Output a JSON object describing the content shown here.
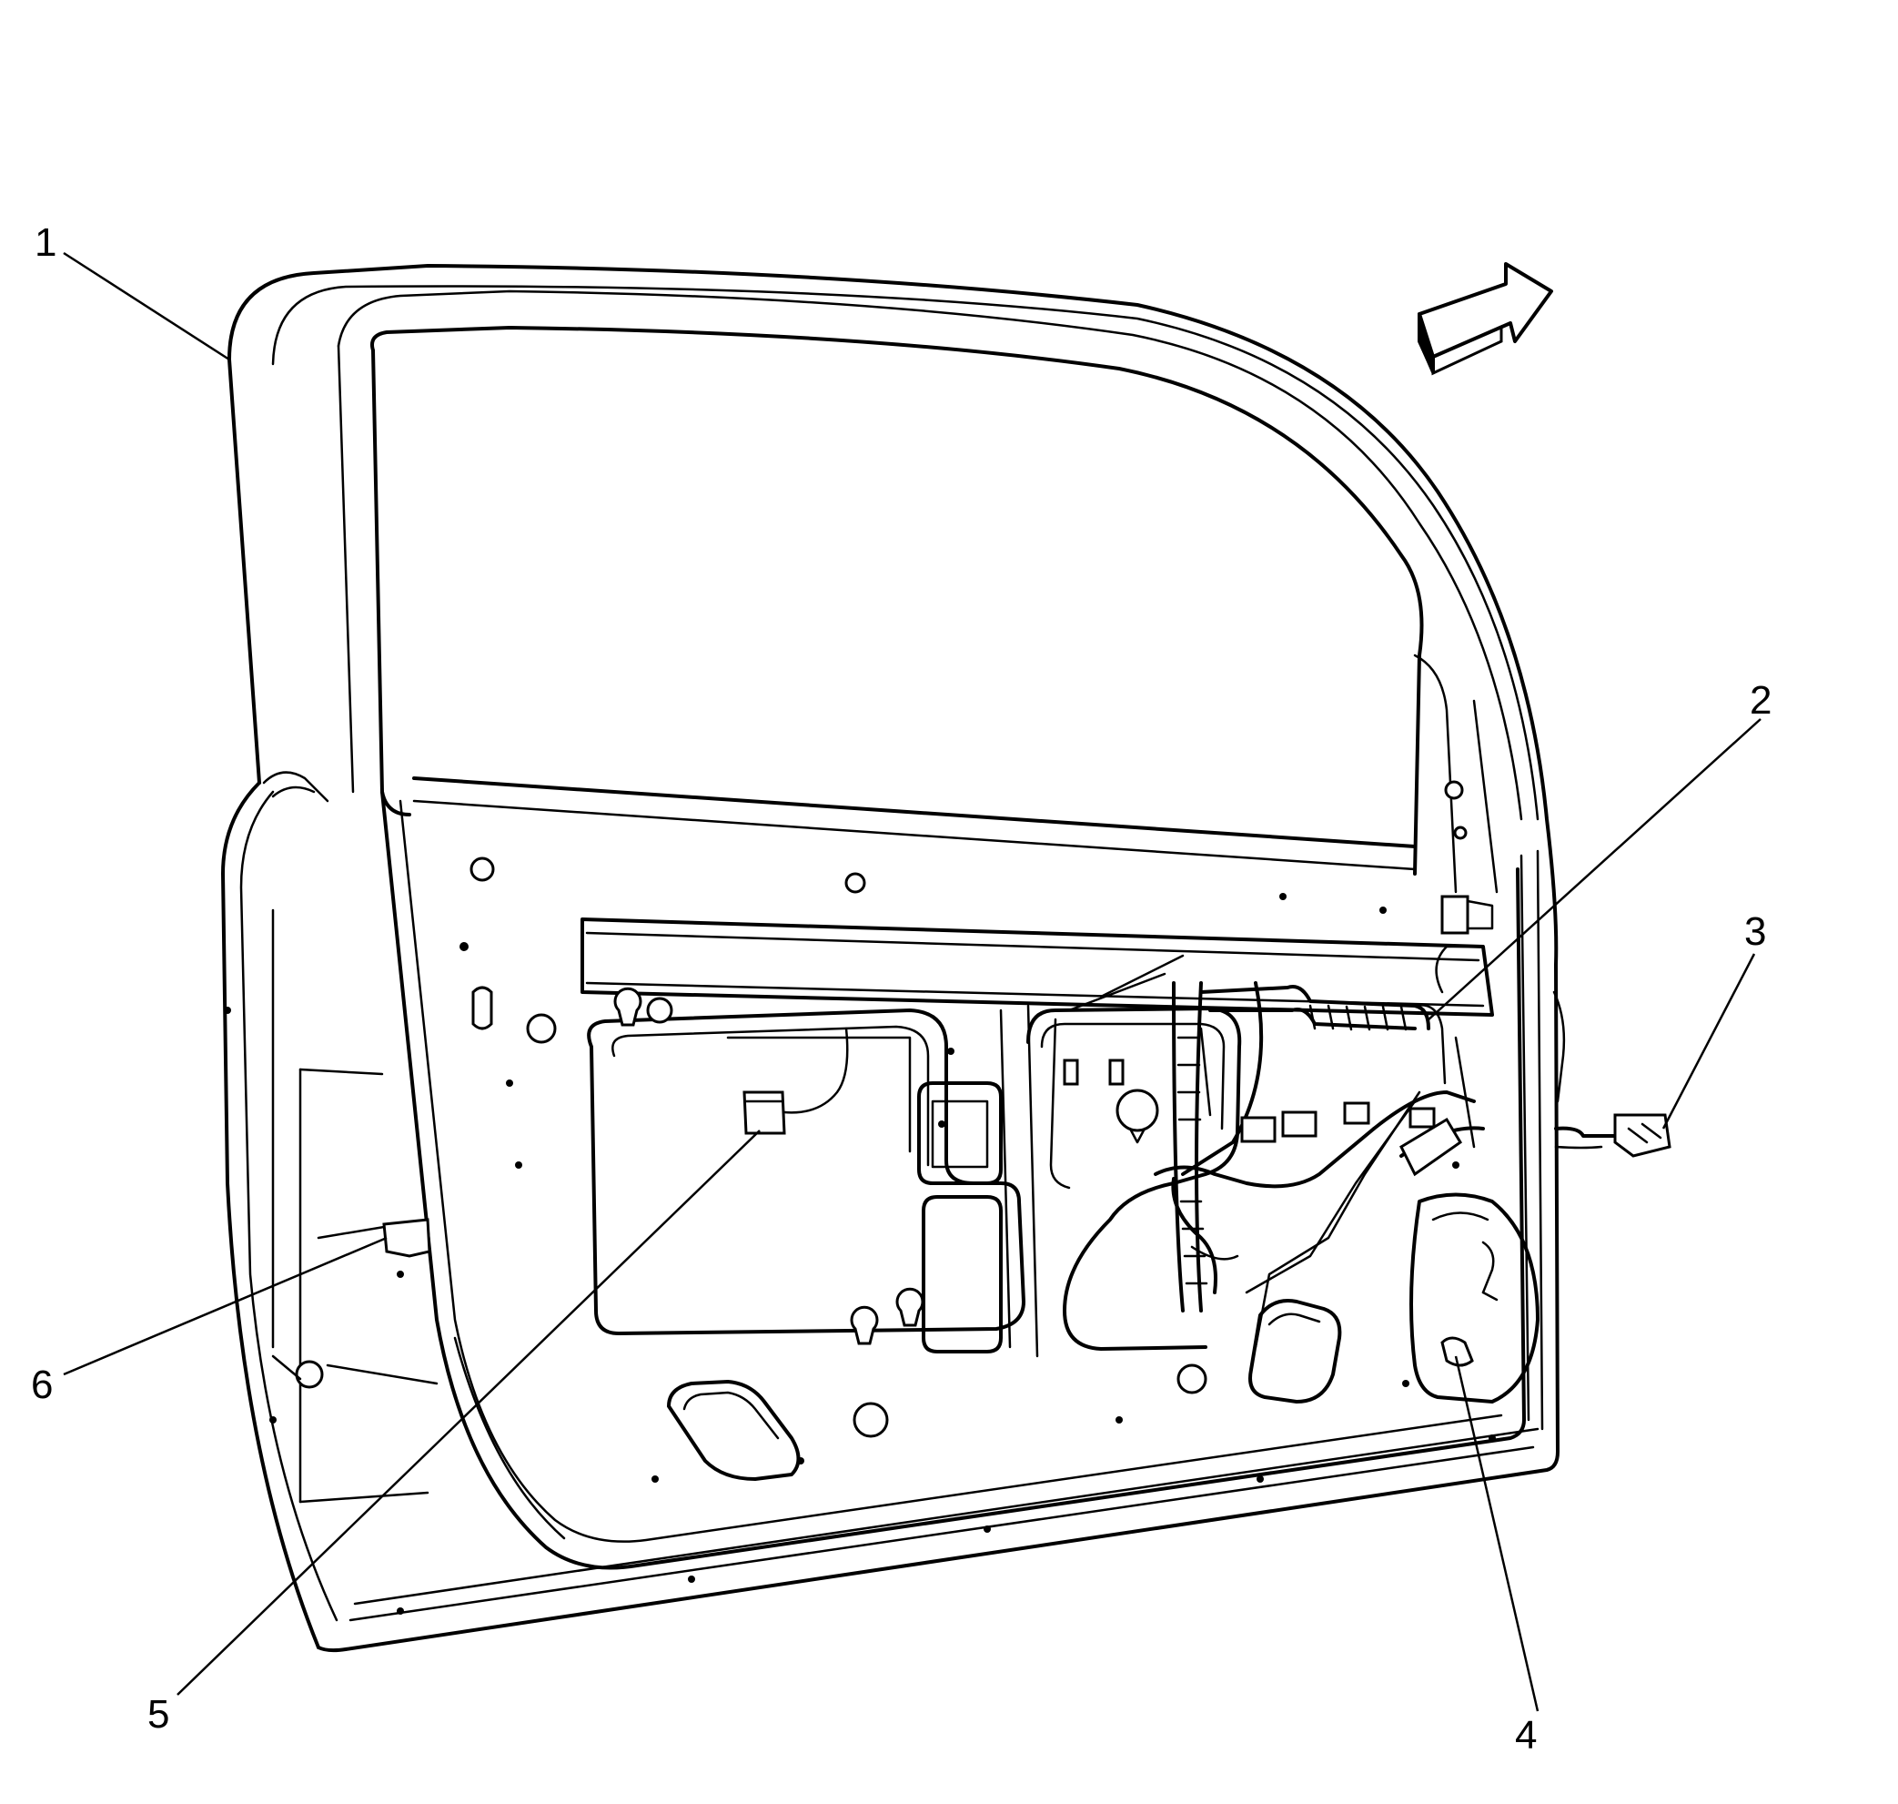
{
  "callouts": [
    {
      "id": "1",
      "label": "1"
    },
    {
      "id": "2",
      "label": "2"
    },
    {
      "id": "3",
      "label": "3"
    },
    {
      "id": "4",
      "label": "4"
    },
    {
      "id": "5",
      "label": "5"
    },
    {
      "id": "6",
      "label": "6"
    }
  ],
  "icons": {
    "direction_arrow": "forward-arrow-icon"
  },
  "colors": {
    "line": "#000000",
    "background": "#ffffff"
  }
}
